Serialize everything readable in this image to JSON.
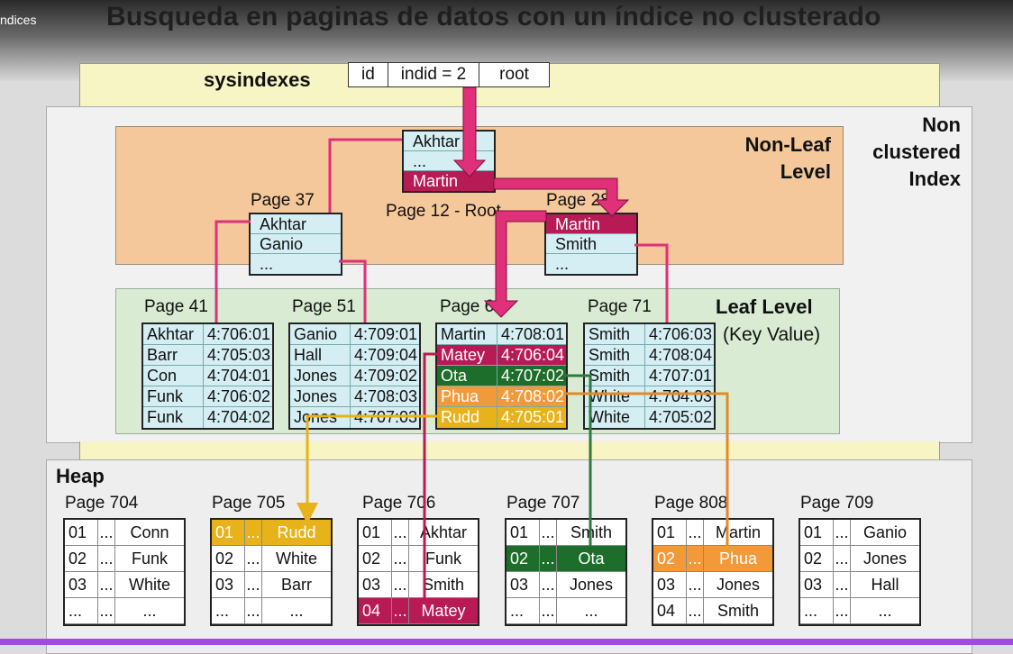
{
  "tab_label": "ndices",
  "title": "Busqueda en paginas de datos con un índice no clusterado",
  "sysindexes": {
    "label": "sysindexes",
    "cols": [
      "id",
      "indid = 2",
      "root"
    ]
  },
  "nci_label": [
    "Non",
    "clustered",
    "Index"
  ],
  "nonleaf_label": [
    "Non-Leaf",
    "Level"
  ],
  "leaf_label": {
    "title": "Leaf Level",
    "sub": "(Key Value)"
  },
  "heap_label": "Heap",
  "root": {
    "caption": "Page 12 - Root",
    "rows": [
      "Akhtar",
      "...",
      "Martin"
    ]
  },
  "nonleaf_pages": [
    {
      "caption": "Page 37",
      "rows": [
        "Akhtar",
        "Ganio",
        "..."
      ]
    },
    {
      "caption": "Page 28",
      "rows": [
        "Martin",
        "Smith",
        "..."
      ]
    }
  ],
  "leaf_pages": [
    {
      "caption": "Page 41",
      "rows": [
        [
          "Akhtar",
          "4:706:01"
        ],
        [
          "Barr",
          "4:705:03"
        ],
        [
          "Con",
          "4:704:01"
        ],
        [
          "Funk",
          "4:706:02"
        ],
        [
          "Funk",
          "4:704:02"
        ]
      ]
    },
    {
      "caption": "Page 51",
      "rows": [
        [
          "Ganio",
          "4:709:01"
        ],
        [
          "Hall",
          "4:709:04"
        ],
        [
          "Jones",
          "4:709:02"
        ],
        [
          "Jones",
          "4:708:03"
        ],
        [
          "Jones",
          "4:707:03"
        ]
      ]
    },
    {
      "caption": "Page 61",
      "rows": [
        [
          "Martin",
          "4:708:01"
        ],
        [
          "Matey",
          "4:706:04"
        ],
        [
          "Ota",
          "4:707:02"
        ],
        [
          "Phua",
          "4:708:02"
        ],
        [
          "Rudd",
          "4:705:01"
        ]
      ]
    },
    {
      "caption": "Page 71",
      "rows": [
        [
          "Smith",
          "4:706:03"
        ],
        [
          "Smith",
          "4:708:04"
        ],
        [
          "Smith",
          "4:707:01"
        ],
        [
          "White",
          "4:704:03"
        ],
        [
          "White",
          "4:705:02"
        ]
      ]
    }
  ],
  "heap_pages": [
    {
      "caption": "Page 704",
      "rows": [
        [
          "01",
          "...",
          "Conn"
        ],
        [
          "02",
          "...",
          "Funk"
        ],
        [
          "03",
          "...",
          "White"
        ],
        [
          "...",
          "...",
          "..."
        ]
      ]
    },
    {
      "caption": "Page 705",
      "rows": [
        [
          "01",
          "...",
          "Rudd"
        ],
        [
          "02",
          "...",
          "White"
        ],
        [
          "03",
          "...",
          "Barr"
        ],
        [
          "...",
          "...",
          "..."
        ]
      ]
    },
    {
      "caption": "Page 706",
      "rows": [
        [
          "01",
          "...",
          "Akhtar"
        ],
        [
          "02",
          "...",
          "Funk"
        ],
        [
          "03",
          "...",
          "Smith"
        ],
        [
          "04",
          "...",
          "Matey"
        ]
      ]
    },
    {
      "caption": "Page 707",
      "rows": [
        [
          "01",
          "...",
          "Smith"
        ],
        [
          "02",
          "...",
          "Ota"
        ],
        [
          "03",
          "...",
          "Jones"
        ],
        [
          "...",
          "...",
          "..."
        ]
      ]
    },
    {
      "caption": "Page 808",
      "rows": [
        [
          "01",
          "...",
          "Martin"
        ],
        [
          "02",
          "...",
          "Phua"
        ],
        [
          "03",
          "...",
          "Jones"
        ],
        [
          "04",
          "...",
          "Smith"
        ]
      ]
    },
    {
      "caption": "Page 709",
      "rows": [
        [
          "01",
          "...",
          "Ganio"
        ],
        [
          "02",
          "...",
          "Jones"
        ],
        [
          "03",
          "...",
          "Hall"
        ],
        [
          "...",
          "...",
          "..."
        ]
      ]
    }
  ],
  "colors": {
    "magenta": "#d8246a",
    "green": "#1d6e2b",
    "orange": "#f29a3a",
    "gold": "#e8b21a",
    "purple": "#a24be0"
  }
}
